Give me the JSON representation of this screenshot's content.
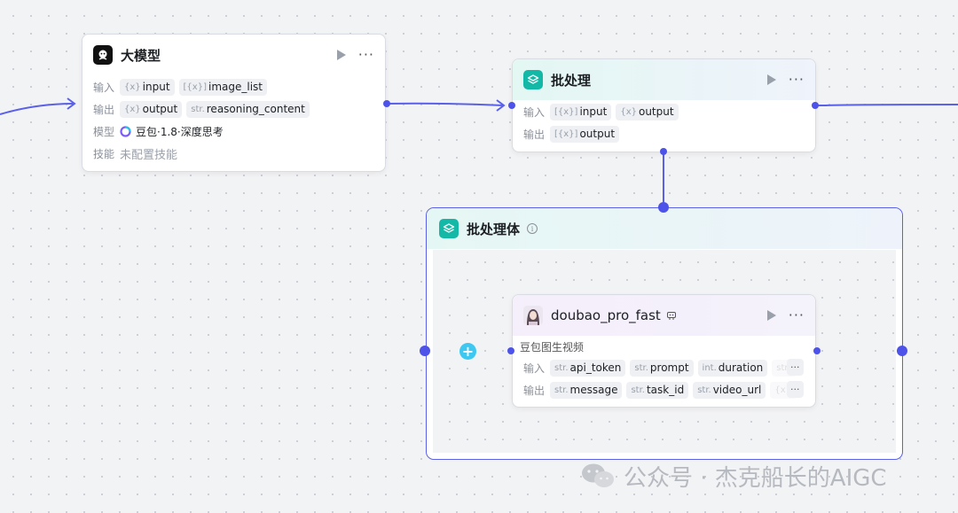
{
  "nodes": {
    "llm": {
      "title": "大模型",
      "input_label": "输入",
      "inputs": [
        {
          "type": "{x}",
          "name": "input"
        },
        {
          "type": "[{x}]",
          "name": "image_list"
        }
      ],
      "output_label": "输出",
      "outputs": [
        {
          "type": "{x}",
          "name": "output"
        },
        {
          "type": "str.",
          "name": "reasoning_content"
        }
      ],
      "model_label": "模型",
      "model_value": "豆包·1.8·深度思考",
      "skills_label": "技能",
      "skills_value": "未配置技能"
    },
    "batch": {
      "title": "批处理",
      "input_label": "输入",
      "inputs": [
        {
          "type": "[{x}]",
          "name": "input"
        },
        {
          "type": "{x}",
          "name": "output"
        }
      ],
      "output_label": "输出",
      "outputs": [
        {
          "type": "[{x}]",
          "name": "output"
        }
      ]
    },
    "batch_body": {
      "title": "批处理体",
      "info_icon": "i"
    },
    "plugin": {
      "title": "doubao_pro_fast",
      "description": "豆包图生视频",
      "input_label": "输入",
      "inputs": [
        {
          "type": "str.",
          "name": "api_token"
        },
        {
          "type": "str.",
          "name": "prompt"
        },
        {
          "type": "int.",
          "name": "duration"
        },
        {
          "type": "str.",
          "name": ""
        }
      ],
      "output_label": "输出",
      "outputs": [
        {
          "type": "str.",
          "name": "message"
        },
        {
          "type": "str.",
          "name": "task_id"
        },
        {
          "type": "str.",
          "name": "video_url"
        },
        {
          "type": "{x}",
          "name": ""
        }
      ],
      "more_label": "···"
    }
  },
  "actions": {
    "run_icon": "play-icon",
    "more_label": "···",
    "add_label": "+"
  },
  "watermark": "公众号 · 杰克船长的AIGC",
  "colors": {
    "accent": "#4d53e8",
    "teal": "#14b8a6",
    "cyan": "#3cc8f0",
    "canvas": "#f2f3f5"
  }
}
